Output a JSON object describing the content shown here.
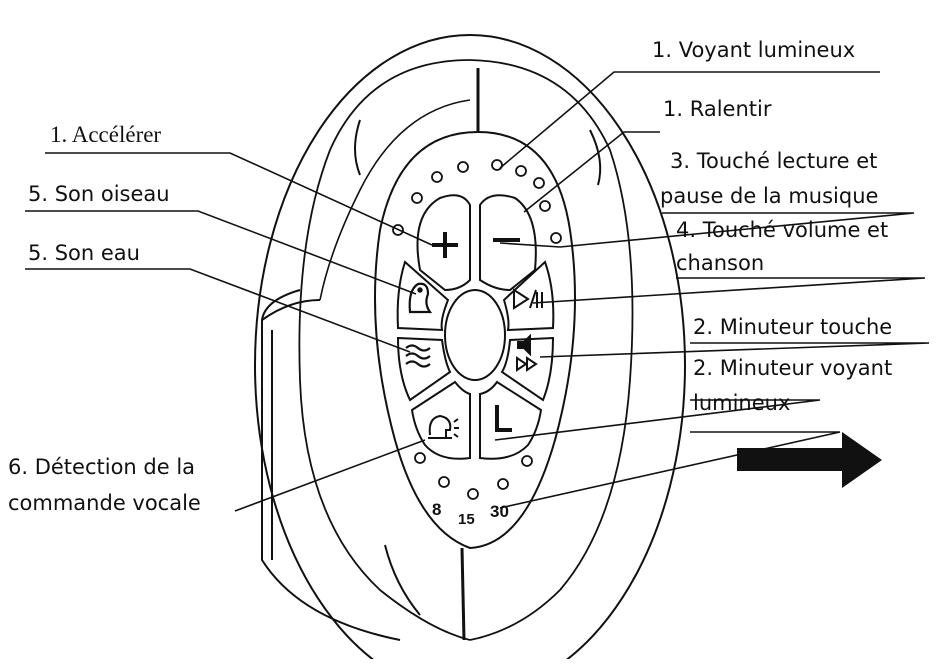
{
  "labels": {
    "voyant_lumineux": "1. Voyant lumineux",
    "ralentir": "1. Ralentir",
    "accelerer": "1. Accélérer",
    "touche_lecture_l1": "3. Touché lecture et",
    "touche_lecture_l2": "pause de la musique",
    "son_oiseau": "5. Son oiseau",
    "touche_volume_l1": "4. Touché volume et",
    "touche_volume_l2": "chanson",
    "son_eau": "5. Son eau",
    "minuteur_touche": "2. Minuteur touche",
    "minuteur_voyant_l1": "2. Minuteur voyant",
    "minuteur_voyant_l2": "lumineux",
    "detection_l1": "6. Détection de la",
    "detection_l2": "commande vocale"
  },
  "timer_marks": {
    "t8": "8",
    "t15": "15",
    "t30": "30"
  },
  "icons": [
    "plus-icon",
    "minus-icon",
    "bird-icon",
    "water-waves-icon",
    "play-pause-icon",
    "volume-next-icon",
    "voice-command-icon",
    "timer-l-icon",
    "arrow-right-icon"
  ],
  "colors": {
    "line": "#111111",
    "background": "#ffffff"
  }
}
